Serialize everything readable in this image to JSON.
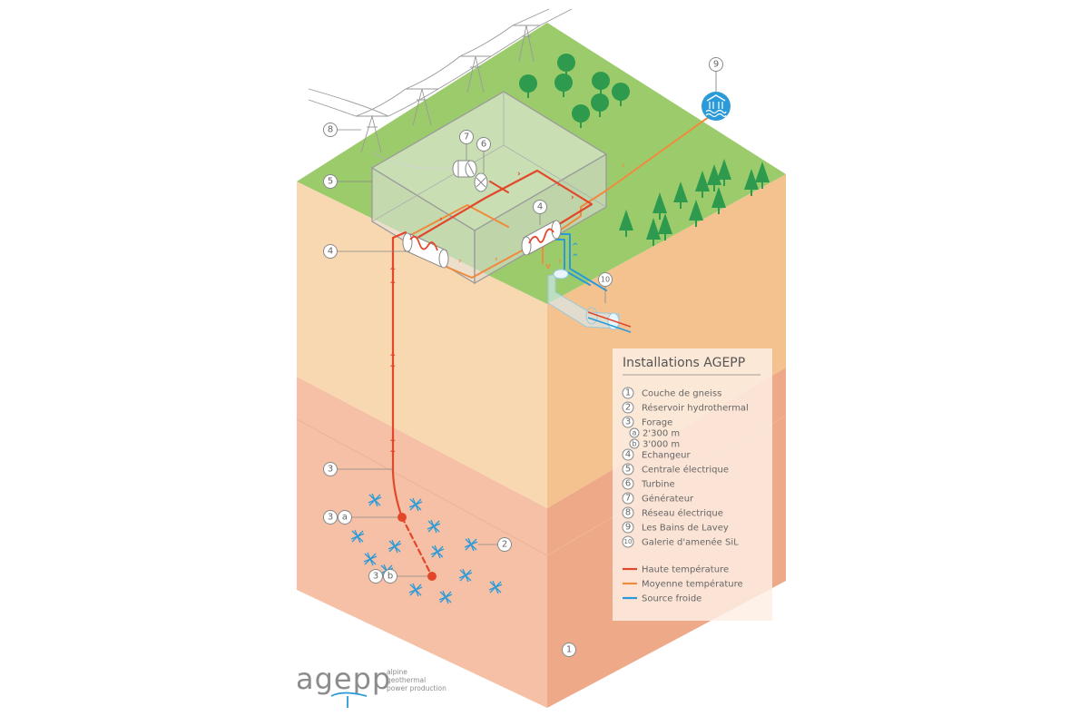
{
  "legend": {
    "title": "Installations AGEPP",
    "items": [
      {
        "num": "1",
        "label": "Couche de gneiss"
      },
      {
        "num": "2",
        "label": "Réservoir hydrothermal"
      },
      {
        "num": "3",
        "label": "Forage"
      },
      {
        "num": "a",
        "label": "2'300 m"
      },
      {
        "num": "b",
        "label": "3'000 m"
      },
      {
        "num": "4",
        "label": "Echangeur"
      },
      {
        "num": "5",
        "label": "Centrale électrique"
      },
      {
        "num": "6",
        "label": "Turbine"
      },
      {
        "num": "7",
        "label": "Générateur"
      },
      {
        "num": "8",
        "label": "Réseau électrique"
      },
      {
        "num": "9",
        "label": "Les Bains de Lavey"
      },
      {
        "num": "10",
        "label": "Galerie d'amenée SiL"
      }
    ],
    "lines": [
      {
        "label": "Haute température",
        "color": "#e2472c"
      },
      {
        "label": "Moyenne température",
        "color": "#f08a3c"
      },
      {
        "label": "Source froide",
        "color": "#2a9ad8"
      }
    ]
  },
  "callouts": {
    "n1": "1",
    "n2": "2",
    "n3": "3",
    "n3a": "3",
    "a": "a",
    "n3b": "3",
    "b": "b",
    "n4left": "4",
    "n4right": "4",
    "n5": "5",
    "n6": "6",
    "n7": "7",
    "n8": "8",
    "n9": "9",
    "n10": "10"
  },
  "logo": {
    "word": "agepp",
    "tagline": [
      "alpine",
      "geothermal",
      "power production"
    ]
  },
  "colors": {
    "grass": "#9ccb6c",
    "soil_top": "#f7d6ad",
    "soil_side": "#f2c08e",
    "rock_top": "#f5bfa4",
    "rock_side": "#eca886",
    "hot": "#e2472c",
    "medium": "#f08a3c",
    "cold": "#2a9ad8",
    "tree": "#2e9a4e"
  }
}
